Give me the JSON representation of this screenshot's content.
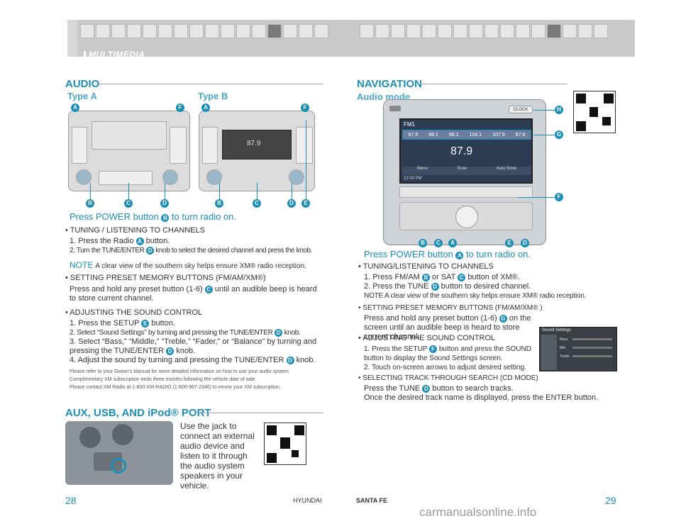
{
  "header": {
    "section": "MULTIMEDIA"
  },
  "audio": {
    "heading": "AUDIO",
    "type_a": "Type A",
    "type_b": "Type B",
    "power_line": [
      "Press POWER button",
      "B",
      "to turn radio on."
    ],
    "tuning_title": "• TUNING / LISTENING TO CHANNELS",
    "tuning_1": [
      "1. Press the Radio",
      "A",
      "button."
    ],
    "tuning_2": [
      "2. Turn the TUNE/ENTER",
      "D",
      "knob to select the desired channel and press the knob."
    ],
    "note_label": "NOTE",
    "note_text": "A clear view of the southern sky helps ensure XM® radio reception.",
    "preset_title": "• SETTING PRESET MEMORY BUTTONS (FM/AM/XM®)",
    "preset_text": [
      "Press and hold any preset button (1-6)",
      "C",
      "until an audible beep is heard to store current channel."
    ],
    "sound_title": "• ADJUSTING THE SOUND CONTROL",
    "sound_1": [
      "1. Press the SETUP",
      "E",
      "button."
    ],
    "sound_2": [
      "2. Select “Sound Settings” by turning and pressing the TUNE/ENTER",
      "D",
      "knob."
    ],
    "sound_3": [
      "3. Select “Bass,” “Middle,” “Treble,” “Fader,” or “Balance” by turning and pressing the TUNE/ENTER",
      "D",
      "knob."
    ],
    "sound_4": [
      "4. Adjust the sound by turning and pressing the TUNE/ENTER",
      "D",
      "knob."
    ],
    "fine_1": "Please refer to your Owner's Manual for more detailed information on how to use your audio system.",
    "fine_2": "Complimentary XM subscription ends three months following the vehicle date of sale.",
    "fine_3": "Please contact XM Radio at 1-800-XM-RADIO (1-800-967-2346) to renew your XM subscription.",
    "radio_a_labels": {
      "a": "A",
      "f": "F",
      "b": "B",
      "c": "C",
      "d": "D"
    },
    "radio_b_labels": {
      "a": "A",
      "f": "F",
      "b": "B",
      "c": "C",
      "d": "D",
      "e": "E"
    },
    "radio_b_freq": "87.9"
  },
  "aux": {
    "heading": "AUX, USB, AND iPod® PORT",
    "text": "Use the jack to connect an external audio device and listen to it through the audio system speakers in your vehicle."
  },
  "navigation": {
    "heading": "NAVIGATION",
    "subhead": "Audio mode",
    "screen_band": "FM1",
    "screen_presets": [
      "87.9",
      "88.1",
      "98.1",
      "104.1",
      "107.9",
      "87.9"
    ],
    "screen_freq": "87.9",
    "screen_menu": [
      "Menu",
      "Scan",
      "Auto Store"
    ],
    "screen_time": "12:00 PM",
    "clock_btn": "CLOCK",
    "labels": {
      "h": "H",
      "g": "G",
      "f": "F",
      "b": "B",
      "c": "C",
      "a": "A",
      "e": "E",
      "d": "D"
    },
    "power_line": [
      "Press POWER button",
      "A",
      "to turn radio on."
    ],
    "tuning_title": "• TUNING/LISTENING TO CHANNELS",
    "tuning_1": [
      "1. Press FM/AM",
      "B",
      "or SAT",
      "C",
      "button of XM®."
    ],
    "tuning_2": [
      "2. Press the TUNE",
      "D",
      "button to desired channel."
    ],
    "note": "NOTE  A clear view of the southern sky helps ensure XM® radio reception.",
    "preset_title": "• SETTING PRESET MEMORY BUTTONS (FM/AM/XM® )",
    "preset_text": [
      "Press and hold any preset button (1-6)",
      "G",
      "on the screen until an audible beep is heard to store current channel."
    ],
    "sound_title": "• ADJUSTING THE SOUND CONTROL",
    "sound_1": [
      "1. Press the SETUP",
      "F",
      "button and press the SOUND button to display the Sound Settings screen."
    ],
    "sound_2": "2. Touch on-screen arrows to adjust desired setting.",
    "cd_title": "• SELECTING TRACK THROUGH SEARCH (CD MODE)",
    "cd_1": [
      "Press the TUNE",
      "D",
      "button to search tracks."
    ],
    "cd_2": "Once the desired track name is displayed, press the ENTER button.",
    "sound_screen_title": "Sound Settings",
    "sound_screen_rows": [
      "Bass",
      "Mid",
      "Treble"
    ]
  },
  "footer": {
    "page_left": "28",
    "page_right": "29",
    "brand": "HYUNDAI",
    "model": "SANTA FE"
  },
  "watermark": "carmanualsonline.info"
}
